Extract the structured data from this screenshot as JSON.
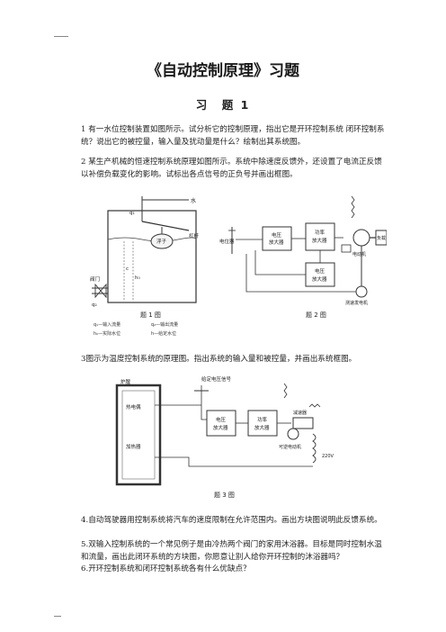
{
  "document": {
    "title": "《自动控制原理》习题",
    "section_title": "习　题 1",
    "questions": [
      "1 有一水位控制装置如图所示。试分析它的控制原理，指出它是开环控制系统 闭环控制系统？说出它的被控量，输入量及扰动量是什么？绘制出其系统图。",
      "2 某生产机械的恒速控制系统原理如图所示。系统中除速度反馈外，还设置了电流正反馈以补偿负载变化的影响。试标出各点信号的正负号并画出框图。",
      "3图示为温度控制系统的原理图。指出系统的输入量和被控量，并画出系统框图。",
      "4.自动驾驶器用控制系统将汽车的速度限制在允许范围内。画出方块图说明此反馈系统。",
      "5.双输入控制系统的一个常见例子是由冷热两个阀门的家用沐浴器。目标是同时控制水温和流量，画出此闭环系统的方块图，你愿意让别人给你开环控制的沐浴器吗？",
      "6.开环控制系统和闭环控制系统各有什么优缺点？"
    ]
  },
  "figures": {
    "fig1": {
      "caption": "题 1 图",
      "labels": {
        "water": "水",
        "float": "浮子",
        "lever": "杠杆",
        "valve": "阀门",
        "q1": "q₁",
        "q2": "q₂",
        "h0": "h₀",
        "c": "c",
        "legend_1": "q₁—输入流量",
        "legend_2": "q₂—输出流量",
        "legend_3": "h₀—实际水位",
        "legend_4": "h—给定水位"
      }
    },
    "fig2": {
      "caption": "题 2 图",
      "labels": {
        "potentiometer": "电位器",
        "voltage_amp_1": "电压",
        "voltage_amp_2": "放大器",
        "power_amp_1": "功率",
        "power_amp_2": "放大器",
        "current_amp_1": "电压",
        "current_amp_2": "放大器",
        "motor": "电动机",
        "load": "负载",
        "tacho": "测速发电机"
      }
    },
    "fig3": {
      "caption": "题 3 图",
      "labels": {
        "given_signal": "给定电压信号",
        "oven": "炉膛",
        "thermocouple": "热电偶",
        "heater": "加热器",
        "volt_amp_1": "电压",
        "volt_amp_2": "放大器",
        "power_amp_1": "功率",
        "power_amp_2": "放大器",
        "servo": "可逆电动机",
        "reducer": "减速器",
        "ac": "220V"
      }
    }
  }
}
